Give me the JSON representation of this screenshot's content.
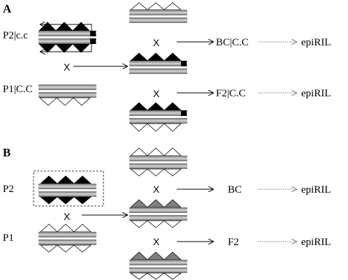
{
  "panels": [
    {
      "label": "A",
      "parent_top": "P2|c.c",
      "parent_bottom": "P1|C.C",
      "cross_symbol": "X",
      "generation_upper": "BC|C.C",
      "generation_lower": "F2|C.C",
      "final": "epiRIL"
    },
    {
      "label": "B",
      "parent_top": "P2",
      "parent_bottom": "P1",
      "cross_symbol": "X",
      "generation_upper": "BC",
      "generation_lower": "F2",
      "final": "epiRIL"
    }
  ],
  "colors": {
    "methylated": "#000000",
    "partial": "#808080",
    "unmethylated": "#ffffff",
    "marker": "#000000"
  }
}
